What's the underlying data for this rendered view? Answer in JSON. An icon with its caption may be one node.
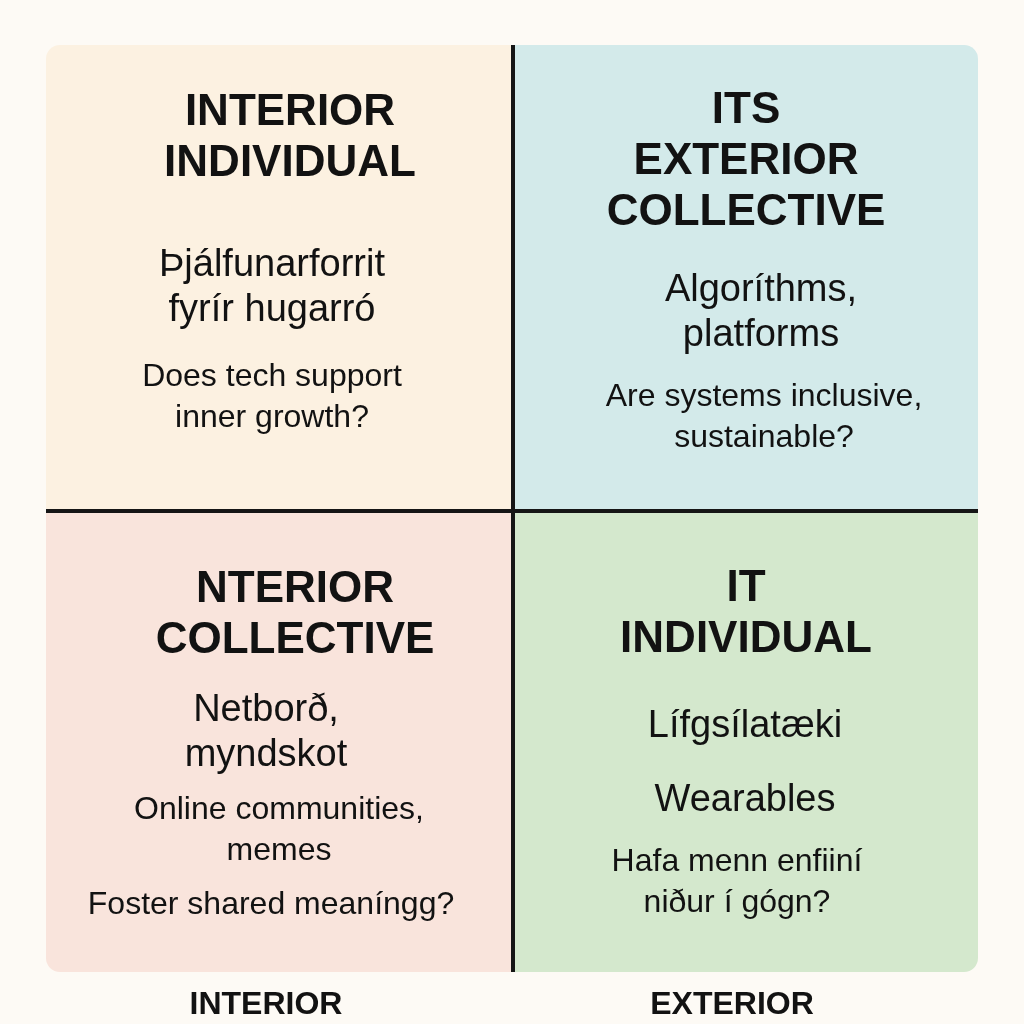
{
  "diagram": {
    "nodes": [
      {
        "text": [
          "INTERIOR INDIVIDUAL",
          "Þjálfunarforrit fyrír hugarró",
          "Does tech support inner growth?"
        ]
      },
      {
        "text": [
          "ITS EXTERIOR COLLECTIVE",
          "Algoríthms, platforms",
          "Are systems inclusive, sustainable?"
        ]
      },
      {
        "text": [
          "NTERIOR COLLECTIVE",
          "Netborð, myndskot",
          "Online communities, memes",
          "Foster shared meaníngg?"
        ]
      },
      {
        "text": [
          "IT INDIVIDUAL",
          "Lífgsílatæki",
          "Wearables",
          "Hafa menn enfiiní niður í gógn?"
        ]
      }
    ],
    "labels": [
      "INTERIOR",
      "EXTERIOR"
    ]
  }
}
